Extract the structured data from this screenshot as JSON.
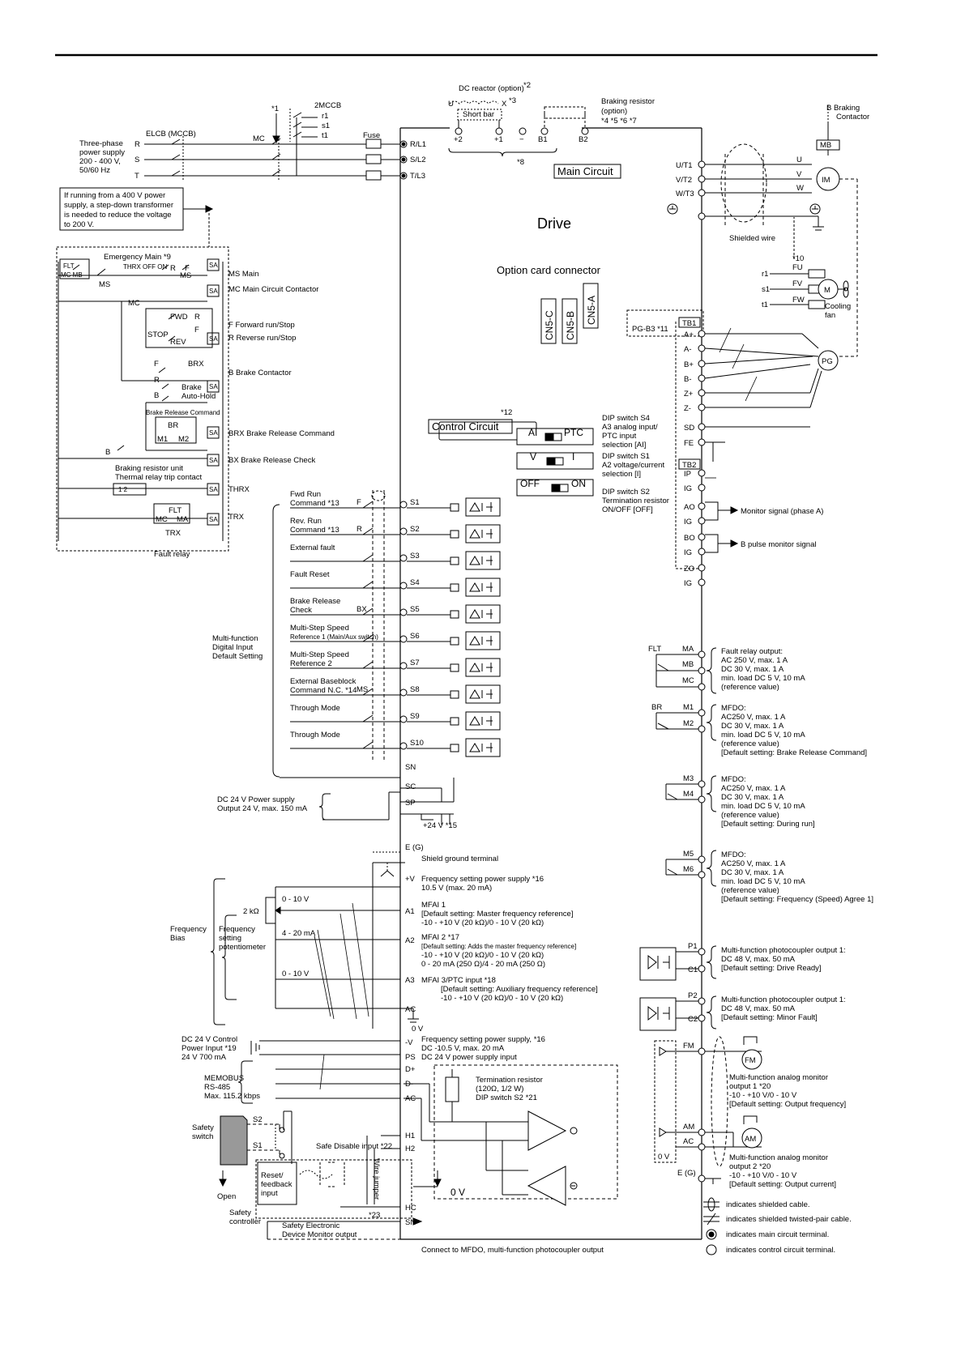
{
  "title": {
    "drive": "Drive",
    "main_circuit": "Main Circuit",
    "control_circuit": "Control Circuit",
    "option_card": "Option card connector"
  },
  "connectors": [
    "CN5-C",
    "CN5-B",
    "CN5-A"
  ],
  "main": {
    "dc_reactor": "DC reactor (option)",
    "star2": "*2",
    "u_lbl": "U",
    "x_lbl": "X",
    "star3": "*3",
    "short_bar": "Short bar",
    "braking_resistor": "Braking resistor",
    "option": "(option)",
    "stars_4567": "*4   *5   *6   *7",
    "t_p2": "+2",
    "t_p1": "+1",
    "t_minus": "−",
    "t_b1": "B1",
    "t_b2": "B2",
    "star8": "*8",
    "star1": "*1",
    "mccb2": "2MCCB",
    "r1": "r1",
    "s1": "s1",
    "t1": "t1",
    "elcb": "ELCB (MCCB)",
    "mc": "MC",
    "fuse": "Fuse",
    "supply1": "Three-phase",
    "supply2": "power supply",
    "supply3": "200 - 400 V,",
    "supply4": "50/60 Hz",
    "R": "R",
    "S": "S",
    "T": "T",
    "rl1": "R/L1",
    "sl2": "S/L2",
    "tl3": "T/L3",
    "note1": "If running from a 400 V power",
    "note2": "supply, a step-down transformer",
    "note3": "is needed to reduce the voltage",
    "note4": "to 200 V.",
    "ut1": "U/T1",
    "vt2": "V/T2",
    "wt3": "W/T3",
    "U": "U",
    "V": "V",
    "W": "W",
    "IM": "IM",
    "shielded_wire": "Shielded wire",
    "b_braking": "B  Braking",
    "contactor": "Contactor",
    "MB": "MB",
    "star10": "*10",
    "FU": "FU",
    "FV": "FV",
    "FW": "FW",
    "M": "M",
    "cooling": "Cooling",
    "fan": "fan"
  },
  "sequence": {
    "emergency": "Emergency Main *9",
    "thrx_off_on": "THRX  OFF  ON",
    "FLT": "FLT",
    "MC_MB": "MC  MB",
    "MS": "MS",
    "MC": "MC",
    "R": "R",
    "F": "F",
    "FWD": "FWD",
    "STOP": "STOP",
    "REV": "REV",
    "BRX": "BRX",
    "brake": "Brake",
    "autohold": "Auto-Hold",
    "B": "B",
    "brc": "Brake Release Command",
    "BR": "BR",
    "M1": "M1",
    "M2": "M2",
    "bru1": "Braking resistor unit",
    "bru2": "Thermal relay trip contact",
    "one_two": "1    2",
    "MA": "MA",
    "TRX": "TRX",
    "fault_relay": "Fault relay",
    "SA": "SA",
    "coils": [
      "MS  Main",
      "MC  Main Circuit Contactor",
      "F  Forward run/Stop",
      "R  Reverse run/Stop",
      "B  Brake Contactor",
      "BRX  Brake Release Command",
      "BX  Brake Release Check",
      "THRX",
      "TRX"
    ]
  },
  "inputs": {
    "group1": "Multi-function",
    "group2": "Digital Input",
    "group3": "Default Setting",
    "items": [
      {
        "l1": "Fwd Run",
        "l2": "Command *13",
        "sig": "F",
        "t": "S1"
      },
      {
        "l1": "Rev. Run",
        "l2": "Command *13",
        "sig": "R",
        "t": "S2"
      },
      {
        "l1": "External fault",
        "l2": "",
        "sig": "",
        "t": "S3"
      },
      {
        "l1": "Fault Reset",
        "l2": "",
        "sig": "",
        "t": "S4"
      },
      {
        "l1": "Brake Release",
        "l2": "Check",
        "sig": "BX",
        "t": "S5"
      },
      {
        "l1": "Multi-Step Speed",
        "l2": "Reference 1 (Main/Aux switch)",
        "sig": "",
        "t": "S6"
      },
      {
        "l1": "Multi-Step Speed",
        "l2": "Reference 2",
        "sig": "",
        "t": "S7"
      },
      {
        "l1": "External Baseblock",
        "l2": "Command N.C. *14",
        "sig": "MS",
        "t": "S8"
      },
      {
        "l1": "Through Mode",
        "l2": "",
        "sig": "",
        "t": "S9"
      },
      {
        "l1": "Through Mode",
        "l2": "",
        "sig": "",
        "t": "S10"
      }
    ],
    "SN": "SN",
    "SC": "SC",
    "SP": "SP",
    "p24": "+24 V  *15",
    "dc24a": "DC 24 V Power supply",
    "dc24b": "Output 24 V, max. 150 mA"
  },
  "control": {
    "star12": "*12",
    "ai": "AI",
    "ptc": "PTC",
    "v": "V",
    "i": "I",
    "off": "OFF",
    "on": "ON",
    "s4a": "DIP switch S4",
    "s4b": "A3 analog input/",
    "s4c": "PTC input",
    "s4d": "selection [AI]",
    "s1a": "DIP switch S1",
    "s1b": "A2 voltage/current",
    "s1c": "selection [I]",
    "s2a": "DIP switch S2",
    "s2b": "Termination resistor",
    "s2c": "ON/OFF [OFF]",
    "pgb3": "PG-B3 *11",
    "TB1": "TB1",
    "TB2": "TB2",
    "pg_terms": [
      "A+",
      "A-",
      "B+",
      "B-",
      "Z+",
      "Z-",
      "SD",
      "FE"
    ],
    "tb2_terms": [
      "IP",
      "IG",
      "AO",
      "IG",
      "BO",
      "IG",
      "ZO",
      "IG"
    ],
    "PG": "PG",
    "monitor_a": "Monitor signal (phase A)",
    "b_pulse": "B pulse monitor signal"
  },
  "analog": {
    "EG": "E (G)",
    "shield_gnd": "Shield ground terminal",
    "pv": "+V",
    "fsp1": "Frequency setting power supply *16",
    "fsp2": "10.5 V (max. 20 mA)",
    "A1": "A1",
    "a1a": "MFAI 1",
    "a1b": "[Default setting: Master frequency reference]",
    "a1c": "-10 - +10 V (20 kΩ)/0 - 10 V (20 kΩ)",
    "A2": "A2",
    "a2a": "MFAI 2 *17",
    "a2b": "[Default setting: Adds the master frequency reference]",
    "a2c": "-10 - +10 V (20 kΩ)/0 - 10 V (20 kΩ)",
    "a2d": "0 - 20 mA (250 Ω)/4 - 20 mA (250 Ω)",
    "A3": "A3",
    "a3a": "MFAI 3/PTC input *18",
    "a3b": "[Default setting: Auxiliary frequency reference]",
    "a3c": "-10 - +10 V (20 kΩ)/0 - 10 V (20 kΩ)",
    "AC": "AC",
    "zv": "0 V",
    "nv": "-V",
    "nfsp1": "Frequency setting power supply, *16",
    "nfsp2": "DC -10.5 V, max. 20 mA",
    "PS": "PS",
    "ps_desc": "DC 24 V power supply input",
    "two_k": "2 kΩ",
    "v010": "0 - 10 V",
    "ma420": "4 - 20 mA",
    "v010b": "0 - 10 V",
    "freq": "Frequency",
    "bias": "Bias",
    "fs1": "Frequency",
    "fs2": "setting",
    "fs3": "potentiometer",
    "dcc1": "DC 24 V Control",
    "dcc2": "Power Input *19",
    "dcc3": "24 V 700 mA"
  },
  "comm": {
    "Dp": "D+",
    "Dm": "D-",
    "AC": "AC",
    "memobus": "MEMOBUS",
    "rs485": "RS-485",
    "kbps": "Max. 115.2 kbps",
    "term1": "Termination resistor",
    "term2": "(120Ω, 1/2 W)",
    "term3": "DIP switch S2 *21",
    "zv": "0 V"
  },
  "safety": {
    "s2": "S2",
    "s1": "S1",
    "safety": "Safety",
    "switch": "switch",
    "open": "Open",
    "sdi": "Safe Disable input *22",
    "H1": "H1",
    "H2": "H2",
    "HC": "HC",
    "SN": "SN",
    "reset1": "Reset/",
    "reset2": "feedback",
    "reset3": "input",
    "sc1": "Safety",
    "sc2": "controller",
    "sedm1": "Safety Electronic",
    "sedm2": "Device Monitor output",
    "wire_jumper": "Wire jumper",
    "star23": "*23",
    "connect": "Connect to MFDO, multi-function photocoupler output"
  },
  "outputs": {
    "FLT": "FLT",
    "MA": "MA",
    "MB": "MB",
    "MC": "MC",
    "fr1": "Fault relay output:",
    "fr2": "AC 250 V, max. 1 A",
    "fr3": "DC 30 V, max. 1 A",
    "fr4": "min. load DC 5 V, 10 mA",
    "fr5": "(reference value)",
    "BR": "BR",
    "M1": "M1",
    "M2": "M2",
    "m12a": "MFDO:",
    "m12b": "AC250 V, max. 1 A",
    "m12c": "DC 30 V, max. 1 A",
    "m12d": "min. load DC 5 V, 10 mA",
    "m12e": "(reference value)",
    "m12f": "[Default setting: Brake Release Command]",
    "M3": "M3",
    "M4": "M4",
    "m34a": "MFDO:",
    "m34b": "AC250 V, max. 1 A",
    "m34c": "DC 30 V, max. 1 A",
    "m34d": "min. load DC 5 V, 10 mA",
    "m34e": "(reference value)",
    "m34f": "[Default setting: During run]",
    "M5": "M5",
    "M6": "M6",
    "m56a": "MFDO:",
    "m56b": "AC250 V, max. 1 A",
    "m56c": "DC 30 V, max. 1 A",
    "m56d": "min. load DC 5 V, 10 mA",
    "m56e": "(reference value)",
    "m56f": "[Default setting: Frequency (Speed) Agree 1]",
    "P1": "P1",
    "C1": "C1",
    "p1a": "Multi-function photocoupler output 1:",
    "p1b": "DC 48 V, max. 50 mA",
    "p1c": "[Default setting: Drive Ready]",
    "P2": "P2",
    "C2": "C2",
    "p2a": "Multi-function photocoupler output 1:",
    "p2b": "DC 48 V, max. 50 mA",
    "p2c": "[Default setting: Minor Fault]",
    "FM": "FM",
    "AM": "AM",
    "AC": "AC",
    "zv": "0 V",
    "EG": "E (G)",
    "fma": "Multi-function analog monitor",
    "fmb": "output 1 *20",
    "fmc": "-10 - +10 V/0 - 10 V",
    "fmd": "[Default setting: Output frequency]",
    "ama": "Multi-function analog monitor",
    "amb": "output 2 *20",
    "amc": "-10 - +10 V/0 - 10 V",
    "amd": "[Default setting: Output current]",
    "fm_meter": "FM",
    "am_meter": "AM"
  },
  "legend": [
    "indicates shielded cable.",
    "indicates shielded twisted-pair cable.",
    "indicates main circuit terminal.",
    "indicates control circuit terminal."
  ]
}
